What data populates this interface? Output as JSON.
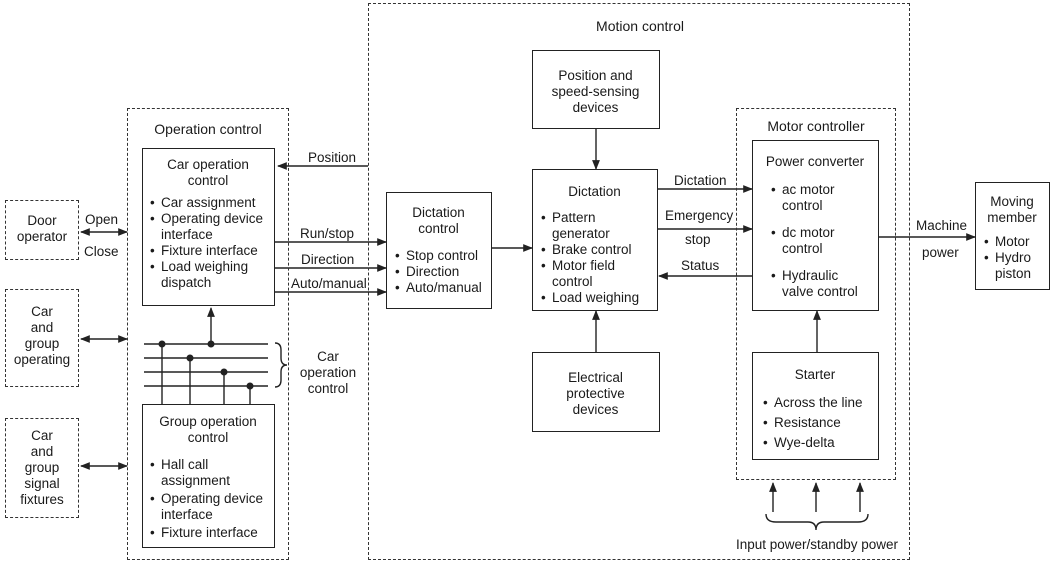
{
  "colors": {
    "line": "#222222",
    "background": "#ffffff"
  },
  "motion_control": {
    "title": "Motion control"
  },
  "operation_control": {
    "title": "Operation control"
  },
  "motor_controller_group": {
    "title": "Motor controller"
  },
  "door_operator": {
    "line1": "Door",
    "line2": "operator"
  },
  "car_group_operating": {
    "lines": [
      "Car",
      "and",
      "group",
      "operating"
    ]
  },
  "car_group_signal": {
    "lines": [
      "Car",
      "and",
      "group",
      "signal",
      "fixtures"
    ]
  },
  "car_operation_control": {
    "title1": "Car operation",
    "title2": "control",
    "items": [
      "Car assignment",
      "Operating device",
      "interface",
      "Fixture interface",
      "Load weighing",
      "dispatch"
    ]
  },
  "group_operation_control": {
    "title1": "Group operation",
    "title2": "control",
    "items": [
      "Hall call",
      "assignment",
      "Operating device",
      "interface",
      "Fixture interface"
    ]
  },
  "bus_label": {
    "lines": [
      "Car",
      "operation",
      "control"
    ]
  },
  "dictation_control": {
    "title1": "Dictation",
    "title2": "control",
    "items": [
      "Stop control",
      "Direction",
      "Auto/manual"
    ]
  },
  "position_devices": {
    "lines": [
      "Position and",
      "speed-sensing",
      "devices"
    ]
  },
  "dictation": {
    "title": "Dictation",
    "items": [
      "Pattern",
      "generator",
      "Brake control",
      "Motor field",
      "control",
      "Load weighing"
    ]
  },
  "electrical_devices": {
    "lines": [
      "Electrical",
      "protective",
      "devices"
    ]
  },
  "power_converter": {
    "title": "Power converter",
    "items": [
      "ac motor",
      "control",
      "dc motor",
      "control",
      "Hydraulic",
      "valve control"
    ]
  },
  "starter": {
    "title": "Starter",
    "items": [
      "Across the line",
      "Resistance",
      "Wye-delta"
    ]
  },
  "moving_member": {
    "title1": "Moving",
    "title2": "member",
    "items": [
      "Motor",
      "Hydro",
      "piston"
    ]
  },
  "signals": {
    "position": "Position",
    "run_stop": "Run/stop",
    "direction": "Direction",
    "auto_manual": "Auto/manual",
    "open": "Open",
    "close": "Close",
    "dictation": "Dictation",
    "emergency": "Emergency",
    "stop": "stop",
    "status": "Status",
    "machine": "Machine",
    "power": "power",
    "input_power": "Input power/standby power"
  }
}
